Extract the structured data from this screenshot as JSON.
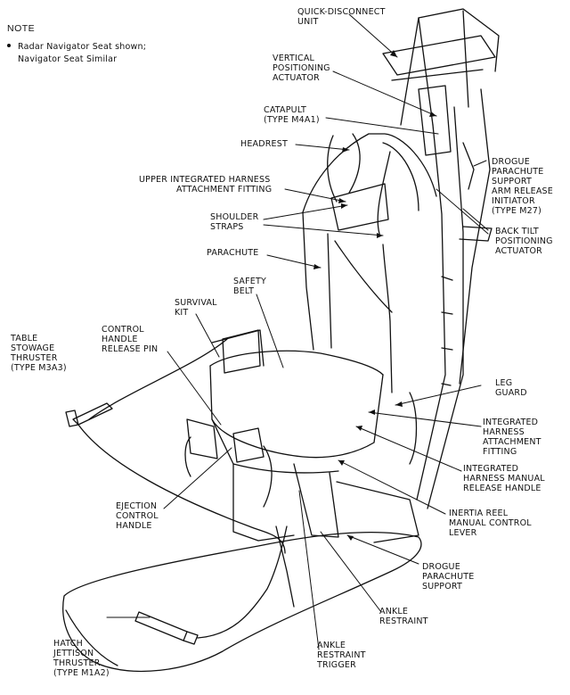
{
  "note": {
    "title": "NOTE",
    "line1": "Radar Navigator Seat shown;",
    "line2": "Navigator Seat Similar"
  },
  "labels": {
    "quick_disconnect": [
      "QUICK-DISCONNECT",
      "UNIT"
    ],
    "vertical_actuator": [
      "VERTICAL",
      "POSITIONING",
      "ACTUATOR"
    ],
    "catapult": [
      "CATAPULT",
      "(TYPE M4A1)"
    ],
    "headrest": [
      "HEADREST"
    ],
    "drogue_release": [
      "DROGUE",
      "PARACHUTE",
      "SUPPORT",
      "ARM RELEASE",
      "INITIATOR",
      "(TYPE M27)"
    ],
    "upper_harness": [
      "UPPER  INTEGRATED HARNESS",
      "ATTACHMENT FITTING"
    ],
    "shoulder_straps": [
      "SHOULDER",
      "STRAPS"
    ],
    "back_tilt": [
      "BACK TILT",
      "POSITIONING",
      "ACTUATOR"
    ],
    "parachute": [
      "PARACHUTE"
    ],
    "safety_belt": [
      "SAFETY",
      "BELT"
    ],
    "survival_kit": [
      "SURVIVAL",
      "KIT"
    ],
    "control_handle_pin": [
      "CONTROL",
      "HANDLE",
      "RELEASE PIN"
    ],
    "table_thruster": [
      "TABLE",
      "STOWAGE",
      "THRUSTER",
      "(TYPE M3A3)"
    ],
    "leg_guard": [
      "LEG",
      "GUARD"
    ],
    "harness_fitting": [
      "INTEGRATED",
      "HARNESS",
      "ATTACHMENT",
      "FITTING"
    ],
    "harness_release": [
      "INTEGRATED",
      "HARNESS MANUAL",
      "RELEASE HANDLE"
    ],
    "ejection_handle": [
      "EJECTION",
      "CONTROL",
      "HANDLE"
    ],
    "inertia_reel": [
      "INERTIA REEL",
      "MANUAL CONTROL",
      "LEVER"
    ],
    "drogue_support": [
      "DROGUE",
      "PARACHUTE",
      "SUPPORT"
    ],
    "ankle_restraint": [
      "ANKLE",
      "RESTRAINT"
    ],
    "ankle_trigger": [
      "ANKLE",
      "RESTRAINT",
      "TRIGGER"
    ],
    "hatch_thruster": [
      "HATCH",
      "JETTISON",
      "THRUSTER",
      "(TYPE M1A2)"
    ]
  }
}
